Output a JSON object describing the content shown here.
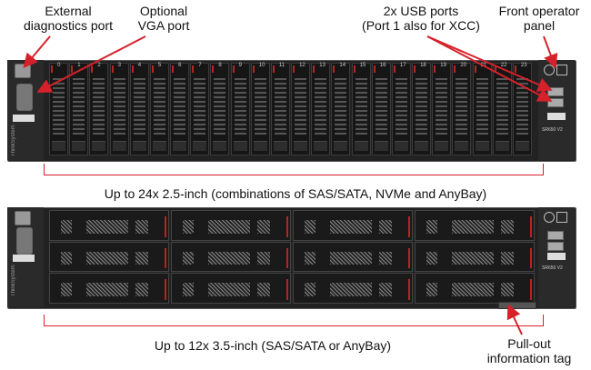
{
  "labels": {
    "external_diag": "External\ndiagnostics port",
    "optional_vga": "Optional\nVGA port",
    "usb_ports": "2x USB ports\n(Port 1 also for XCC)",
    "front_panel": "Front operator\npanel",
    "pullout_tag": "Pull-out\ninformation tag"
  },
  "captions": {
    "top": "Up to 24x 2.5-inch (combinations of SAS/SATA, NVMe and AnyBay)",
    "bottom": "Up to 12x 3.5-inch (SAS/SATA or AnyBay)"
  },
  "bays_24": [
    "0",
    "1",
    "2",
    "3",
    "4",
    "5",
    "6",
    "7",
    "8",
    "9",
    "10",
    "11",
    "12",
    "13",
    "14",
    "15",
    "16",
    "17",
    "18",
    "19",
    "20",
    "21",
    "22",
    "23"
  ],
  "brand": "ThinkSystem",
  "model": "SR650 V2",
  "colors": {
    "accent": "#d6212b",
    "chassis": "#222222"
  }
}
